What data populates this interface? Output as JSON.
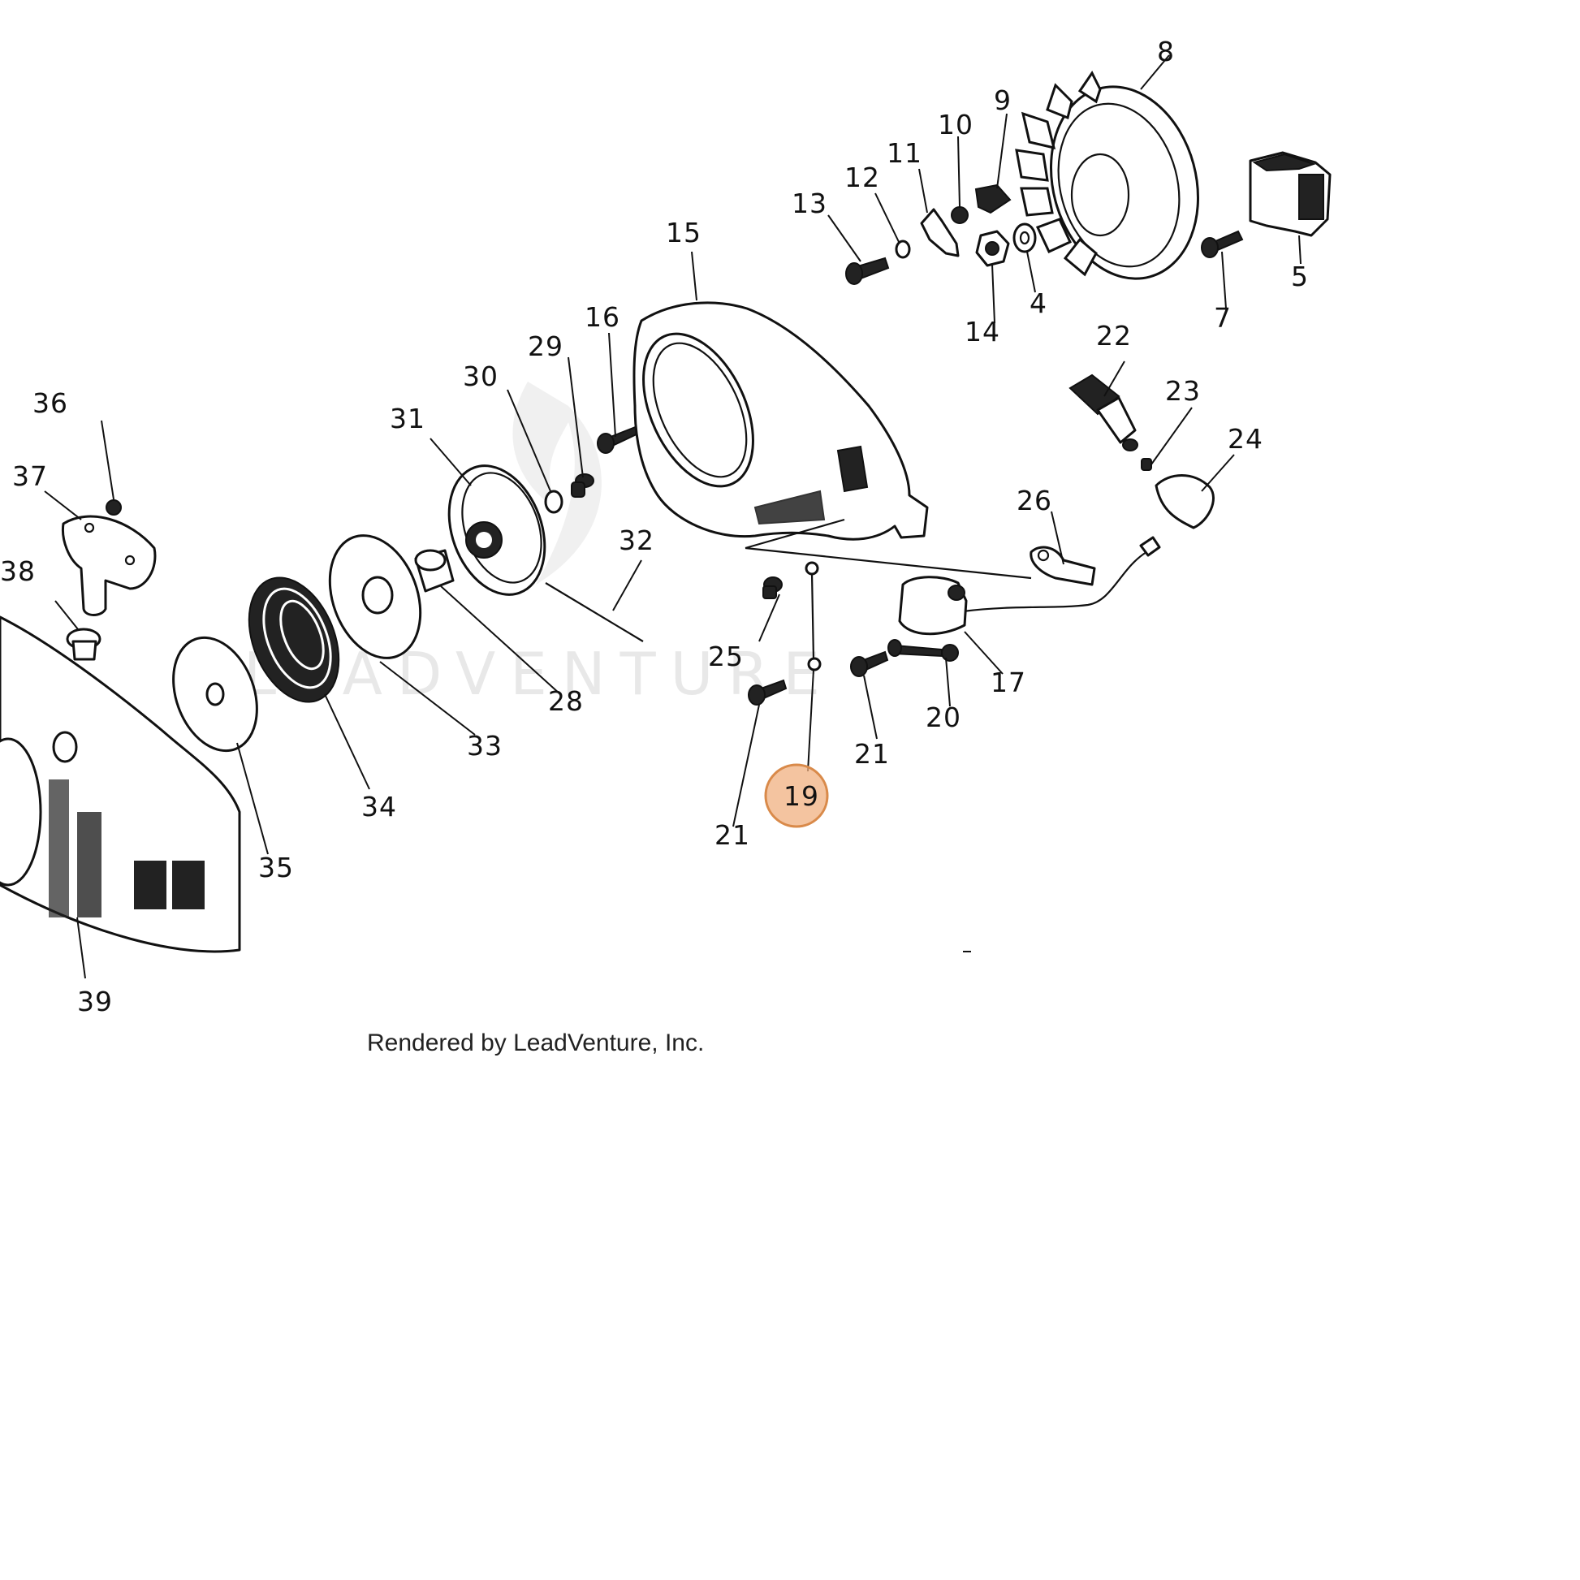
{
  "credit": "Rendered by LeadVenture, Inc.",
  "watermark": "LEADVENTURE",
  "highlight": {
    "part": "19",
    "color": "#f0b080"
  },
  "labels": {
    "l4": "4",
    "l5": "5",
    "l7": "7",
    "l8": "8",
    "l9": "9",
    "l10": "10",
    "l11": "11",
    "l12": "12",
    "l13": "13",
    "l14": "14",
    "l15": "15",
    "l16": "16",
    "l17": "17",
    "l19": "19",
    "l20": "20",
    "l21a": "21",
    "l21b": "21",
    "l22": "22",
    "l23": "23",
    "l24": "24",
    "l25": "25",
    "l26": "26",
    "l28": "28",
    "l29": "29",
    "l30": "30",
    "l31": "31",
    "l32": "32",
    "l33": "33",
    "l34": "34",
    "l35": "35",
    "l36": "36",
    "l37": "37",
    "l38": "38",
    "l39": "39"
  }
}
